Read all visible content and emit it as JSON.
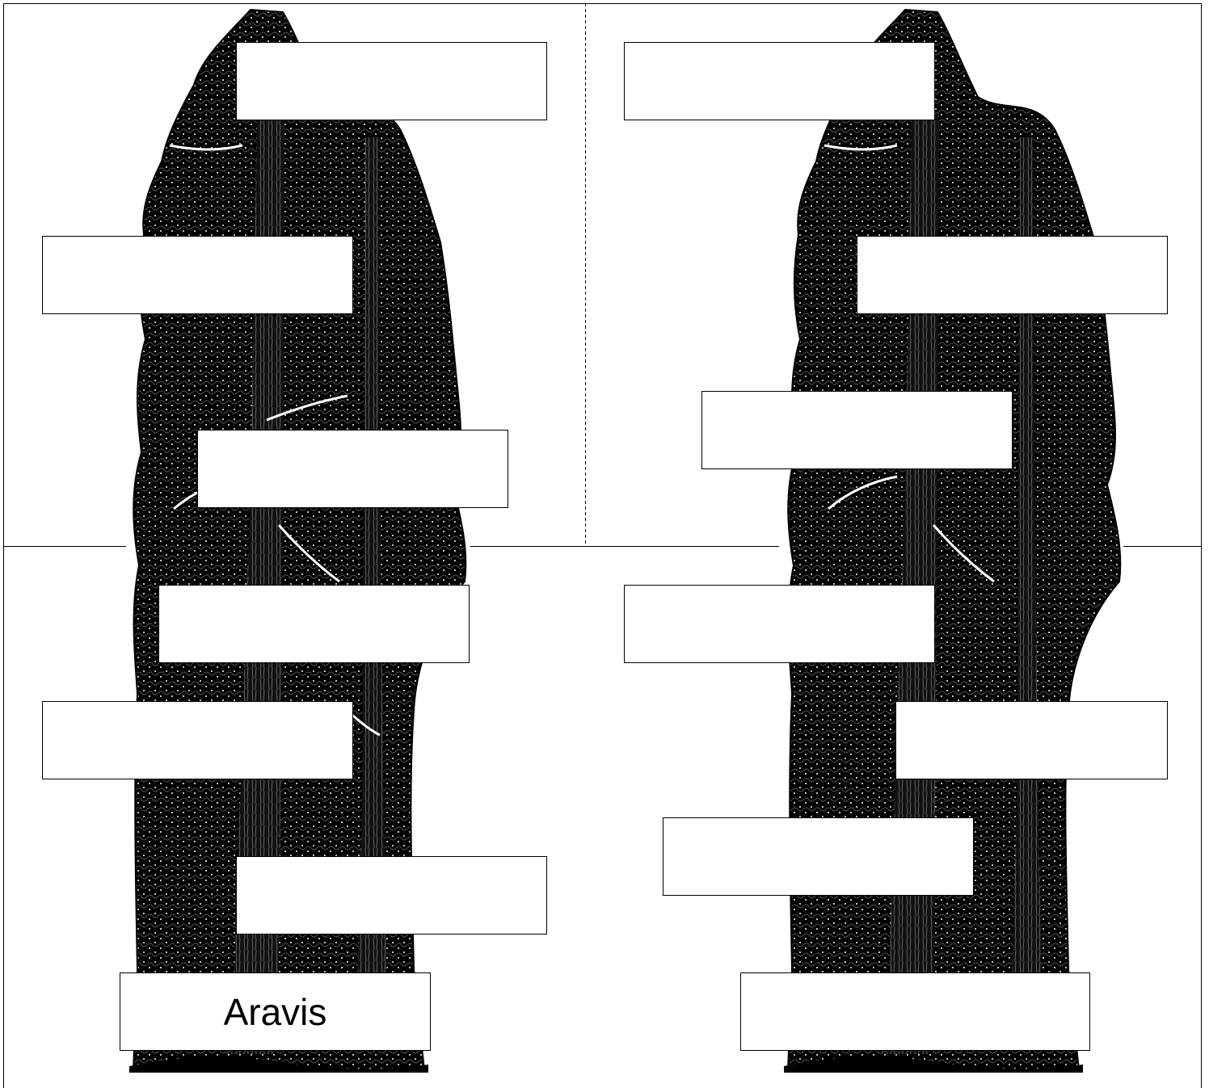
{
  "colors": {
    "ink": "#000000",
    "paper": "#ffffff"
  },
  "panels": [
    {
      "name": "left-tree",
      "labels": [
        {
          "text": ""
        },
        {
          "text": ""
        },
        {
          "text": ""
        },
        {
          "text": ""
        },
        {
          "text": ""
        },
        {
          "text": ""
        },
        {
          "text": "Aravis"
        }
      ]
    },
    {
      "name": "right-tree",
      "labels": [
        {
          "text": ""
        },
        {
          "text": ""
        },
        {
          "text": ""
        },
        {
          "text": ""
        },
        {
          "text": ""
        },
        {
          "text": ""
        },
        {
          "text": ""
        }
      ]
    }
  ]
}
